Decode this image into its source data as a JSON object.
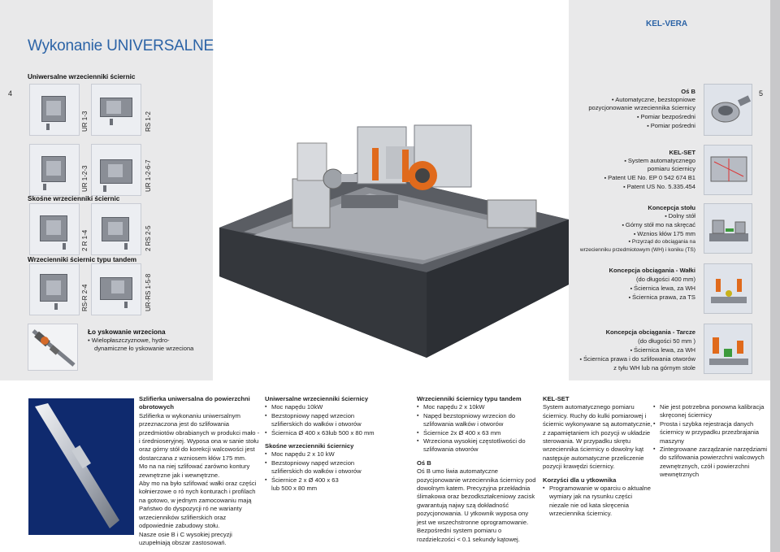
{
  "header": {
    "title": "Wykonanie UNIVERSALNE",
    "brand": "KEL-VERA",
    "page_left": "4",
    "page_right": "5"
  },
  "left": {
    "section1_title": "Uniwersalne wrzecienniki ściernic",
    "section2_title": "Skośne wrzecienniki ściernic",
    "section3_title": "Wrzecienniki ściernic typu tandem",
    "labels": [
      "UR 1-3",
      "RS 1-2",
      "UR 1-2-3",
      "UR 1-2-6-7",
      "2 R 1-4",
      "2 RS 2-5",
      "RS-R 2-4",
      "UR-RS 1-5-8"
    ]
  },
  "bearings": {
    "title": "Ło yskowanie wrzeciona",
    "line1": "Wielopłaszczyznowe, hydro-",
    "line2": "dynamiczne ło yskowanie wrzeciona"
  },
  "right": {
    "osb_title": "Oś B",
    "osb_lines": [
      "Automatyczne, bezstopniowe",
      "pozycjonowanie wrzeciennika ściernicy",
      "Pomiar bezpośredni",
      "Pomiar pośredni"
    ],
    "kelset_title": "KEL-SET",
    "kelset_lines": [
      "System automatycznego",
      "pomiaru ściernicy",
      "Patent UE No. EP 0 542 674 B1",
      "Patent US No. 5.335.454"
    ],
    "stol_title": "Koncepcja stołu",
    "stol_lines": [
      "Dolny stół",
      "Górny stół mo  na skręcać",
      "Wznios kłów 175 mm",
      "Przyrząd do obciągania na",
      "wrzecienniku przedmiotowym (WH) i koniku (TS)"
    ],
    "walki_title": "Koncepcja obciągania - Wałki",
    "walki_lines": [
      "(do długości 400 mm)",
      "Ściernica lewa, za WH",
      "Ściernica prawa, za TS"
    ],
    "tarcze_title": "Koncepcja obciągania - Tarcze",
    "tarcze_lines": [
      "(do długości 50 mm )",
      "Ściernica lewa, za WH",
      "Ściernica prawa i do szlifowania otworów",
      "z tyłu WH  lub na górnym stole"
    ]
  },
  "bottom": {
    "col1": {
      "title": "Szlifierka uniwersalna do powierzchni obrotowych",
      "lines": [
        "Szlifierka w wykonaniu uniwersalnym",
        "przeznaczona jest do szlifowania",
        "przedmiotów obrabianych w produkci mało -",
        "i średnioseryjnej. Wyposa ona w sanie stołu",
        "oraz górny stół do korekcji walcowości jest",
        "dostarczana z wzniosem kłów 175 mm.",
        "Mo  na na niej szlifować zarówno kontury",
        "zewnętrzne jak i wewnętrzne.",
        "Aby mo na było szlifować wałki oraz części",
        "kołnierzowe o ró nych konturach i profilach",
        "na gotowo, w jednym zamocowaniu mają",
        "Państwo do dyspozycji ró ne warianty",
        "wrzecienników szlifierskich oraz",
        "odpowiednie zabudowy stołu.",
        "Nasze osie B i C wysokiej precyzji",
        "uzupełniają obszar zastosowań."
      ]
    },
    "col2": {
      "title1": "Uniwersalne wrzecienniki ściernicy",
      "items1": [
        "Moc napędu 10kW",
        "Bezstopniowy napęd wrzecion"
      ],
      "ind1": "szlifierskich do wałków i otworów",
      "items1b": [
        "Ściernica Ø 400 x 63lub 500 x 80 mm"
      ],
      "title2": "Skośne wrzecienniki ściernicy",
      "items2": [
        "Moc napędu 2 x 10 kW",
        "Bezstopniowy napęd wrzecion"
      ],
      "ind2": "szlifierskich do wałków i otworów",
      "items2b": [
        "Ściernice 2 x Ø 400 x 63"
      ],
      "ind2b": "lub 500 x 80 mm"
    },
    "col3": {
      "title1": "Wrzecienniki ściernicy typu tandem",
      "items1": [
        "Moc napędu 2 x 10kW",
        "Napęd bezstopniowy wrzecion do"
      ],
      "ind1": "szlifowania wałków i otworów",
      "items1b": [
        "Ściernice 2x Ø 400 x 63 mm",
        "Wrzeciona wysokiej częstotliwości do"
      ],
      "ind1b": "szlifowania otworów",
      "title2": "Oś B",
      "lines2": [
        "Oś B umo liwia automatyczne",
        "pozycjonowanie wrzeciennika ściernicy pod",
        "dowolnym katem. Precyzyjna przekładnia",
        "ślimakowa oraz bezodkształceniowy zacisk",
        "gwarantują najwy szą dokładność",
        "pozycjonowania. U ytkownik wyposa ony",
        "jest we wszechstronne oprogramowanie.",
        "Bezpośredni system pomiaru o",
        "rozdzielczości < 0.1 sekundy kątowej."
      ]
    },
    "col4": {
      "title1": "KEL-SET",
      "lines1": [
        "System automatycznego pomiaru",
        "ściernicy. Ruchy do kulki pomiarowej i",
        "ściernic wykonywane są automatycznie,",
        "z zapamiętaniem ich pozycji w układzie",
        "sterowania. W przypadku skrętu",
        "wrzeciennika ściernicy o dowolny kąt",
        "następuje automatyczne przeliczenie",
        "pozycji krawędzi ściernicy."
      ],
      "title2": "Korzyści dla u  ytkownika",
      "items2": [
        "Programowanie w oparciu o aktualne"
      ],
      "ind2": [
        "wymiary jak na rysunku części",
        "niezale nie od kata skręcenia",
        "wrzeciennika ściernicy."
      ]
    },
    "col5": {
      "items": [
        "Nie jest potrzebna ponowna kalibracja",
        "Prosta i szybka rejestracja danych",
        "Zintegrowane zarządzanie narzędziami"
      ],
      "ind": [
        "skręconej ściernicy",
        "ściernicy w przypadku przezbrajania",
        "maszyny",
        "do szlifowania powierzchni walcowych",
        "zewnętrznych, czół i powierzchni",
        "wewnętrznych"
      ]
    }
  },
  "colors": {
    "accent_blue": "#2b63a6",
    "panel_gray": "#e9e9ea",
    "machine_dark": "#3c3f45",
    "orange": "#e06a1c"
  }
}
